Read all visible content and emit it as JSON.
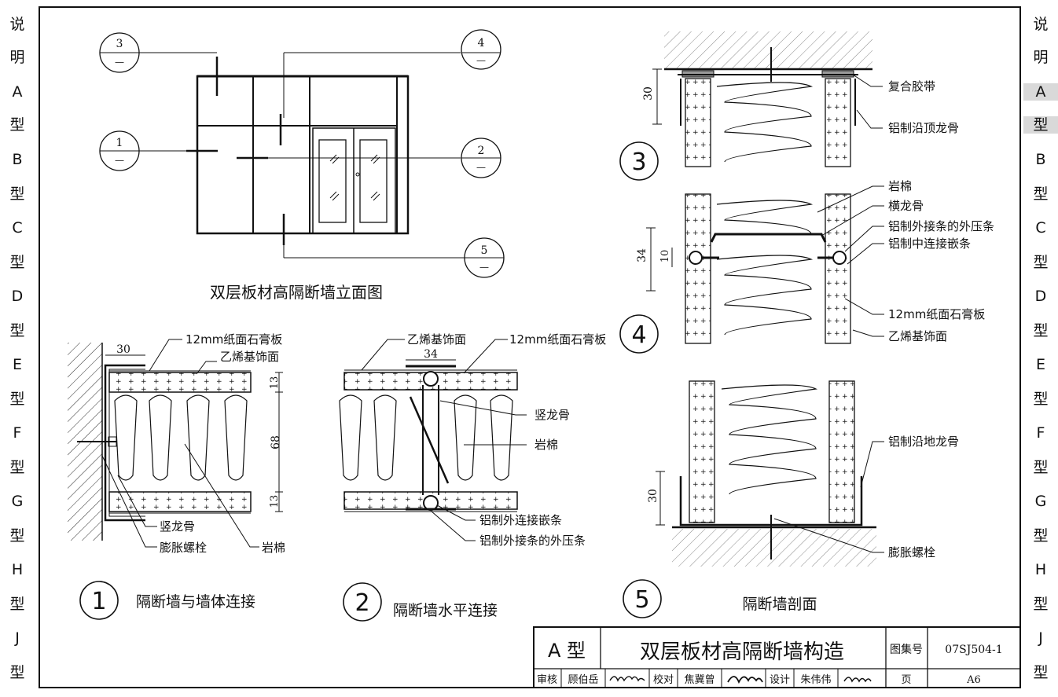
{
  "side_nav": {
    "left": [
      "说",
      "明",
      "A",
      "型",
      "B",
      "型",
      "C",
      "型",
      "D",
      "型",
      "E",
      "型",
      "F",
      "型",
      "G",
      "型",
      "H",
      "型",
      "J",
      "型"
    ],
    "right": [
      "说",
      "明",
      "A",
      "型",
      "B",
      "型",
      "C",
      "型",
      "D",
      "型",
      "E",
      "型",
      "F",
      "型",
      "G",
      "型",
      "H",
      "型",
      "J",
      "型"
    ],
    "highlight_index": [
      2,
      3
    ]
  },
  "elevation": {
    "caption": "双层板材高隔断墙立面图",
    "markers": [
      {
        "num": "3",
        "sub": "—"
      },
      {
        "num": "4",
        "sub": "—"
      },
      {
        "num": "1",
        "sub": "—"
      },
      {
        "num": "2",
        "sub": "—"
      },
      {
        "num": "5",
        "sub": "—"
      }
    ]
  },
  "detail1": {
    "number": "1",
    "caption": "隔断墙与墙体连接",
    "labels": {
      "board": "12mm纸面石膏板",
      "finish": "乙烯基饰面",
      "stud": "竖龙骨",
      "bolt": "膨胀螺栓",
      "wool": "岩棉"
    },
    "dims": {
      "w": "30",
      "t1": "13",
      "core": "68",
      "t2": "13"
    }
  },
  "detail2": {
    "number": "2",
    "caption": "隔断墙水平连接",
    "labels": {
      "finish": "乙烯基饰面",
      "board": "12mm纸面石膏板",
      "stud": "竖龙骨",
      "wool": "岩棉",
      "strip": "铝制外连接嵌条",
      "cover": "铝制外接条的外压条"
    },
    "dims": {
      "w": "34"
    }
  },
  "section": {
    "caption": "隔断墙剖面",
    "d3": {
      "number": "3",
      "labels": {
        "tape": "复合胶带",
        "top": "铝制沿顶龙骨"
      },
      "dims": {
        "h": "30"
      }
    },
    "d4": {
      "number": "4",
      "labels": {
        "wool": "岩棉",
        "rail": "横龙骨",
        "cover": "铝制外接条的外压条",
        "mid": "铝制中连接嵌条",
        "board": "12mm纸面石膏板",
        "finish": "乙烯基饰面"
      },
      "dims": {
        "h1": "34",
        "h2": "10"
      }
    },
    "d5": {
      "number": "5",
      "labels": {
        "floor": "铝制沿地龙骨",
        "bolt": "膨胀螺栓"
      },
      "dims": {
        "h": "30"
      }
    }
  },
  "title_block": {
    "type": "A 型",
    "title": "双层板材高隔断墙构造",
    "atlas_label": "图集号",
    "atlas_no": "07SJ504-1",
    "review_label": "审核",
    "review_name": "顾伯岳",
    "check_label": "校对",
    "check_name": "焦冀曾",
    "design_label": "设计",
    "design_name": "朱伟伟",
    "page_label": "页",
    "page_no": "A6"
  }
}
